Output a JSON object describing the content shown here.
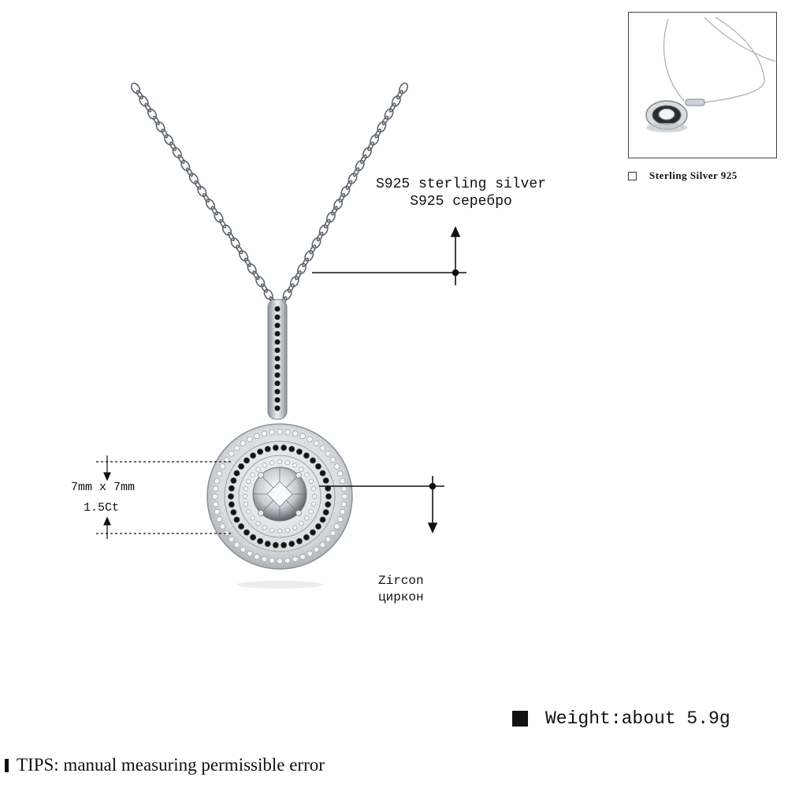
{
  "thumbnail": {
    "caption": "Sterling Silver 925",
    "icon": "hollow-square-icon"
  },
  "chain_label": {
    "line1": "S925 sterling silver",
    "line2": "S925 серебро"
  },
  "size_label": {
    "dimensions": "7mm x 7mm",
    "carat": "1.5Ct"
  },
  "zircon_label": {
    "line1": "Zircon",
    "line2": "циркон"
  },
  "weight": {
    "text": "Weight:about 5.9g",
    "icon": "solid-square-icon"
  },
  "tips": {
    "text": "TIPS: manual measuring permissible error",
    "icon": "vertical-bar-icon"
  },
  "colors": {
    "silver": "#c9cdd2",
    "black_stone": "#151515",
    "line": "#111111"
  }
}
